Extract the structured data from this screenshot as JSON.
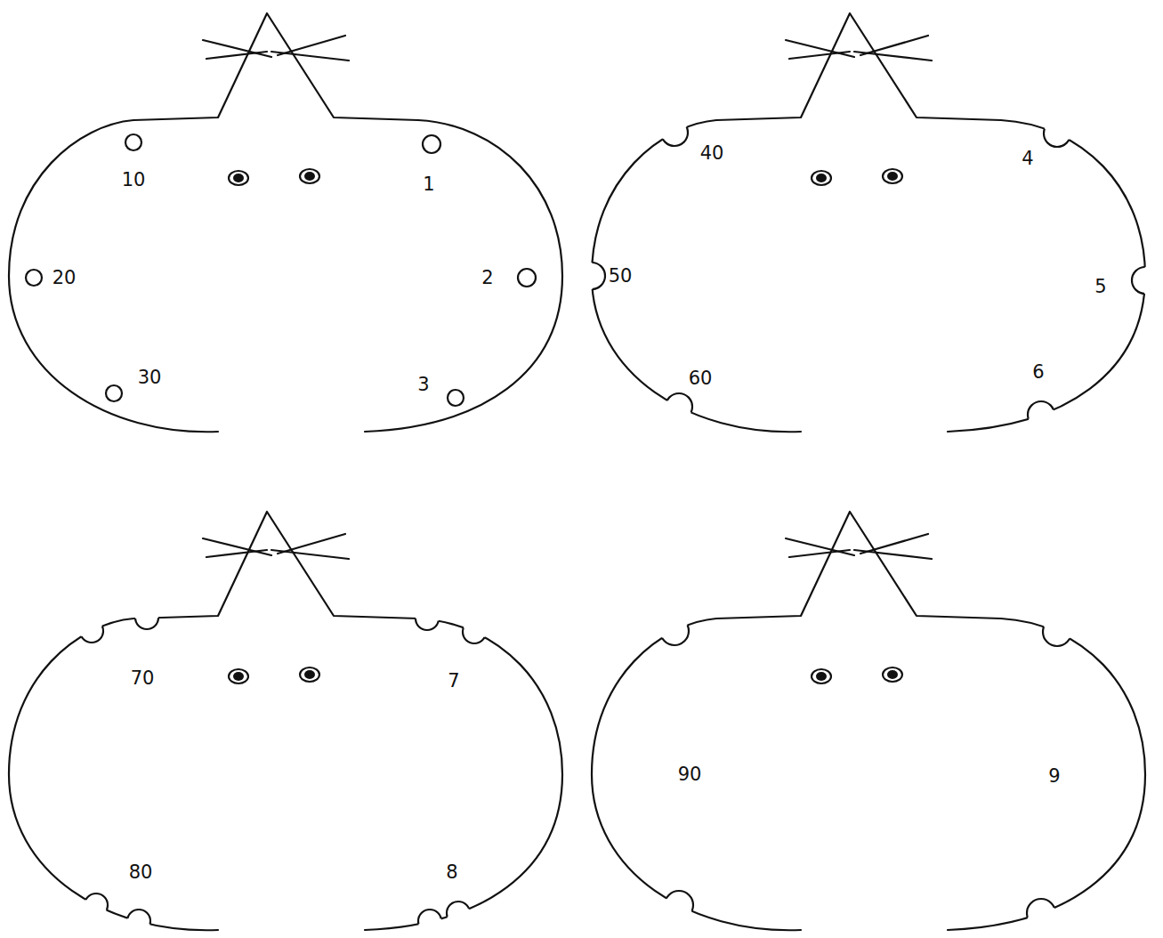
{
  "diagram": {
    "nodes": [
      {
        "text": [
          "10",
          "1",
          "20",
          "2",
          "30",
          "3"
        ]
      },
      {
        "text": [
          "40",
          "4",
          "50",
          "5",
          "60",
          "6"
        ]
      },
      {
        "text": [
          "70",
          "7",
          "80",
          "8"
        ]
      },
      {
        "text": [
          "90",
          "9"
        ]
      }
    ]
  }
}
